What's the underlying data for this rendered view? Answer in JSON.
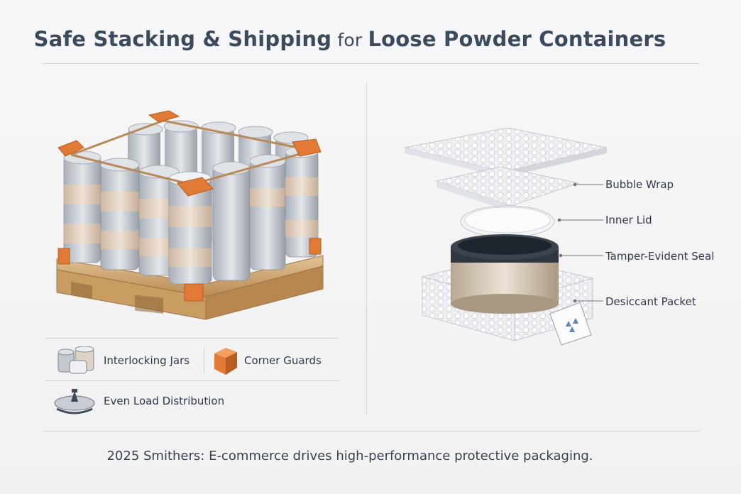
{
  "title": {
    "part1": "Safe Stacking & Shipping",
    "part2": " for ",
    "part3": "Loose Powder Containers"
  },
  "legend": {
    "items": [
      {
        "label": "Interlocking Jars",
        "icon": "jars-icon"
      },
      {
        "label": "Corner Guards",
        "icon": "corner-guard-icon"
      },
      {
        "label": "Even Load Distribution",
        "icon": "balance-icon"
      }
    ]
  },
  "callouts": [
    {
      "label": "Bubble Wrap"
    },
    {
      "label": "Inner Lid"
    },
    {
      "label": "Tamper-Evident Seal"
    },
    {
      "label": "Desiccant Packet"
    }
  ],
  "footer": "2025 Smithers: E-commerce drives high-performance protective packaging.",
  "colors": {
    "accent_orange": "#e07a35",
    "pallet_wood": "#d6b07c",
    "jar_grey": "#c7cbd2",
    "lid_dark": "#3b434d"
  }
}
